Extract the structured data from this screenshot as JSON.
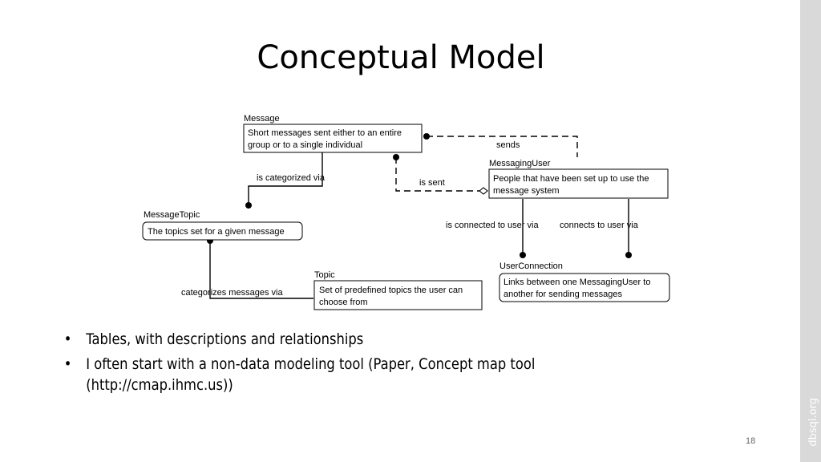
{
  "slide": {
    "title": "Conceptual Model",
    "side_label": "dbsql.org",
    "page_number": "18",
    "bullets": [
      "Tables, with descriptions and relationships",
      "I often start with a non-data modeling tool (Paper, Concept map tool (http://cmap.ihmc.us))"
    ]
  },
  "diagram": {
    "entities": {
      "message": {
        "name": "Message",
        "desc": [
          "Short messages sent either to an entire",
          "group or to a single individual"
        ]
      },
      "messaging_user": {
        "name": "MessagingUser",
        "desc": [
          "People that have been set up to use the",
          "message system"
        ]
      },
      "message_topic": {
        "name": "MessageTopic",
        "desc": [
          "The topics set for a given message"
        ]
      },
      "topic": {
        "name": "Topic",
        "desc": [
          "Set of predefined topics the user can",
          "choose from"
        ]
      },
      "user_connection": {
        "name": "UserConnection",
        "desc": [
          "Links between one MessagingUser to",
          "another for sending messages"
        ]
      }
    },
    "relationships": {
      "sends": "sends",
      "is_sent": "is sent",
      "is_categorized_via": "is categorized via",
      "categorizes_messages_via": "categorizes messages via",
      "is_connected_to_user_via": "is connected to user via",
      "connects_to_user_via": "connects to user via"
    }
  }
}
